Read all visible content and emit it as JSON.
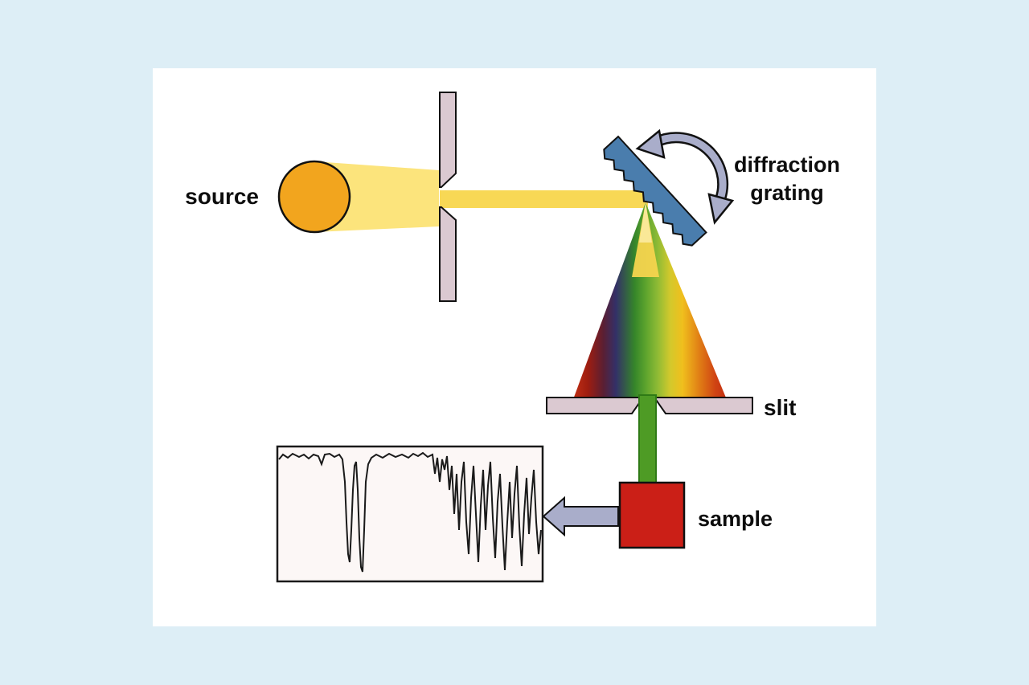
{
  "diagram": {
    "title": "spectrometer-schematic",
    "labels": {
      "source": "source",
      "grating": "diffraction grating",
      "slit": "slit",
      "sample": "sample"
    },
    "colors": {
      "background": "#ddeef6",
      "panel": "#ffffff",
      "source_lamp": "#f2a51e",
      "beam_wide": "#fce47c",
      "beam_narrow": "#f8d855",
      "slit_plate": "#dbc9d1",
      "grating": "#4a7dad",
      "green_beam": "#4e9b25",
      "sample_cell": "#cb1f17",
      "rotation_arrow": "#a9adca",
      "output_arrow": "#a9adca",
      "chart_box": "#fcf7f6",
      "trace": "#1a1a1a",
      "fan_left_red": "#c33014",
      "fan_dark_red": "#9e1d10",
      "fan_navy": "#333068",
      "fan_green": "#5ba32d",
      "fan_gold": "#f0bf1d",
      "fan_orange": "#e07d15",
      "fan_right_red": "#c22d12"
    }
  }
}
